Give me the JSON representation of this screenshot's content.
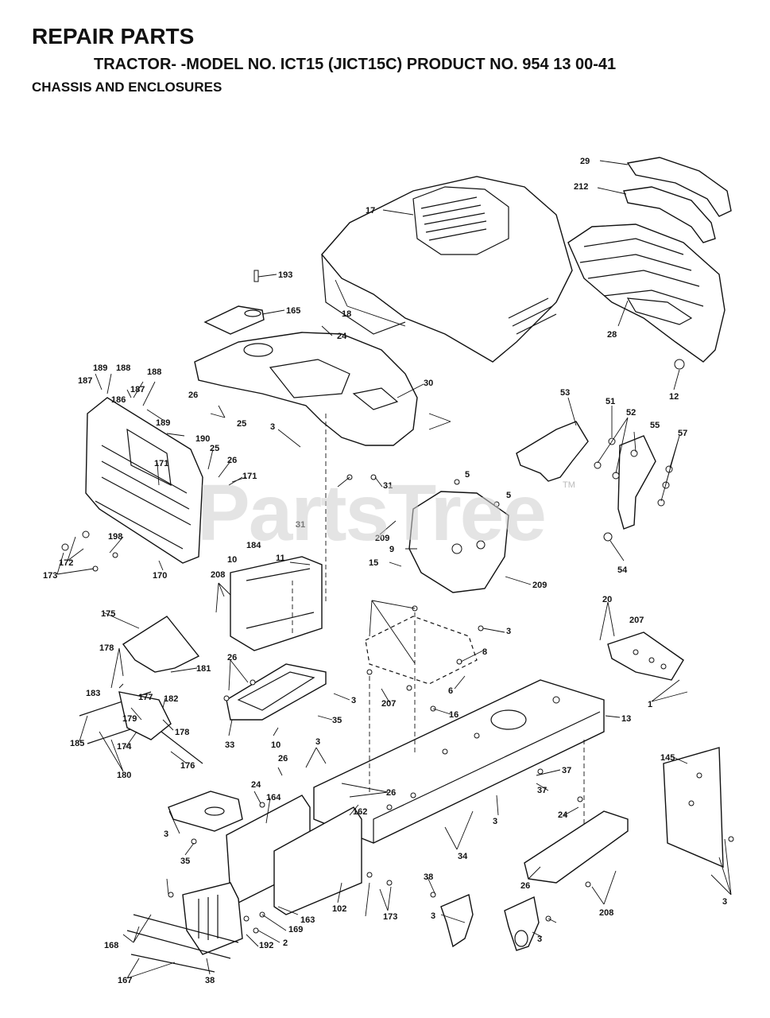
{
  "header": {
    "title": "REPAIR PARTS",
    "subtitle": "TRACTOR- -MODEL NO. ICT15 (JICT15C) PRODUCT NO. 954 13 00-41",
    "section": "CHASSIS AND ENCLOSURES"
  },
  "watermark": {
    "text": "PartsTree",
    "tm": "TM"
  },
  "callouts": [
    "29",
    "212",
    "17",
    "18",
    "28",
    "12",
    "193",
    "165",
    "24",
    "30",
    "25",
    "26",
    "189",
    "188",
    "187",
    "186",
    "187",
    "188",
    "189",
    "190",
    "171",
    "26",
    "25",
    "171",
    "198",
    "172",
    "173",
    "170",
    "184",
    "10",
    "3",
    "31",
    "31",
    "5",
    "5",
    "209",
    "9",
    "15",
    "209",
    "53",
    "51",
    "52",
    "55",
    "57",
    "54",
    "11",
    "208",
    "175",
    "178",
    "183",
    "177",
    "181",
    "182",
    "179",
    "178",
    "185",
    "174",
    "180",
    "176",
    "26",
    "3",
    "35",
    "33",
    "10",
    "3",
    "6",
    "16",
    "8",
    "207",
    "20",
    "207",
    "1",
    "13",
    "145",
    "37",
    "37",
    "24",
    "3",
    "26",
    "26",
    "162",
    "164",
    "3",
    "35",
    "34",
    "26",
    "208",
    "3",
    "3",
    "24",
    "173",
    "163",
    "102",
    "169",
    "2",
    "192",
    "168",
    "167",
    "38",
    "3",
    "38",
    "3"
  ]
}
